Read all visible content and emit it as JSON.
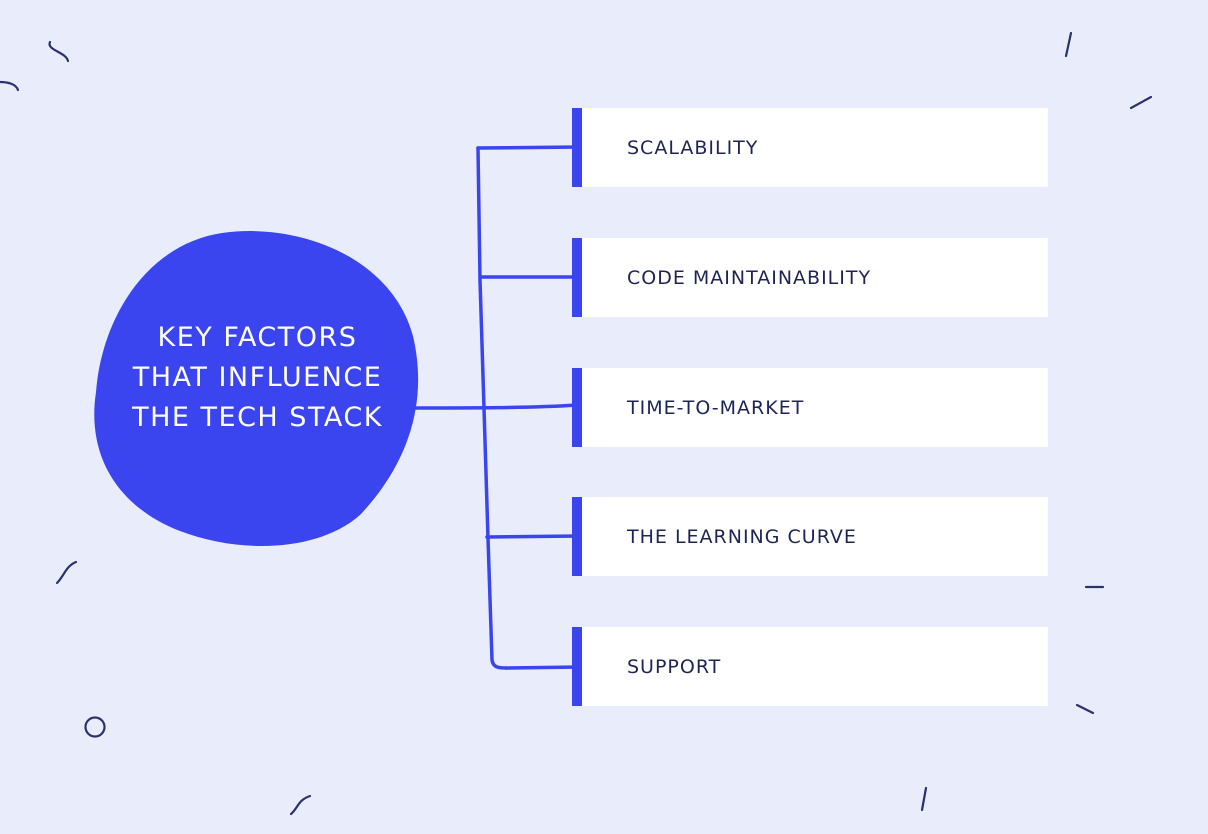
{
  "diagram": {
    "center": {
      "lines": [
        "KEY FACTORS",
        "THAT INFLUENCE",
        "THE TECH STACK"
      ]
    },
    "factors": [
      {
        "label": "SCALABILITY"
      },
      {
        "label": "CODE MAINTAINABILITY"
      },
      {
        "label": "TIME-TO-MARKET"
      },
      {
        "label": "THE LEARNING CURVE"
      },
      {
        "label": "SUPPORT"
      }
    ]
  },
  "colors": {
    "background": "#e9edfb",
    "accent": "#3a45f0",
    "card": "#ffffff",
    "text_dark": "#1e2554",
    "doodle": "#2b3170"
  }
}
